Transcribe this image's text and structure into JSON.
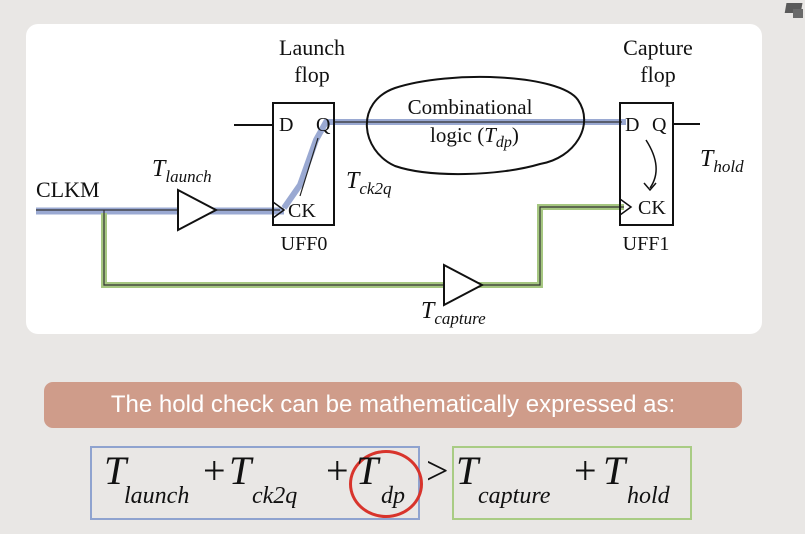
{
  "diagram": {
    "launch_flop_title_1": "Launch",
    "launch_flop_title_2": "flop",
    "capture_flop_title_1": "Capture",
    "capture_flop_title_2": "flop",
    "combinational_label_1": "Combinational",
    "combinational_label_2": "logic (",
    "combinational_T": "T",
    "combinational_sub": "dp",
    "combinational_close": ")",
    "clock_label": "CLKM",
    "t_launch_T": "T",
    "t_launch_sub": "launch",
    "t_ck2q_T": "T",
    "t_ck2q_sub": "ck2q",
    "t_capture_T": "T",
    "t_capture_sub": "capture",
    "t_hold_T": "T",
    "t_hold_sub": "hold",
    "uff0_name": "UFF0",
    "uff1_name": "UFF1",
    "pin_d": "D",
    "pin_q": "Q",
    "pin_ck": "CK"
  },
  "banner": {
    "text": "The hold check can be mathematically expressed as:"
  },
  "equation": {
    "T": "T",
    "launch_sub": "launch",
    "plus": "+",
    "ck2q_sub": "ck2q",
    "dp_sub": "dp",
    "gt": ">",
    "capture_sub": "capture",
    "hold_sub": "hold"
  },
  "colors": {
    "launch_path": "#9aa9d2",
    "capture_path": "#a6c781",
    "banner": "#cf9c8a",
    "highlight_circle": "#d8342c"
  }
}
